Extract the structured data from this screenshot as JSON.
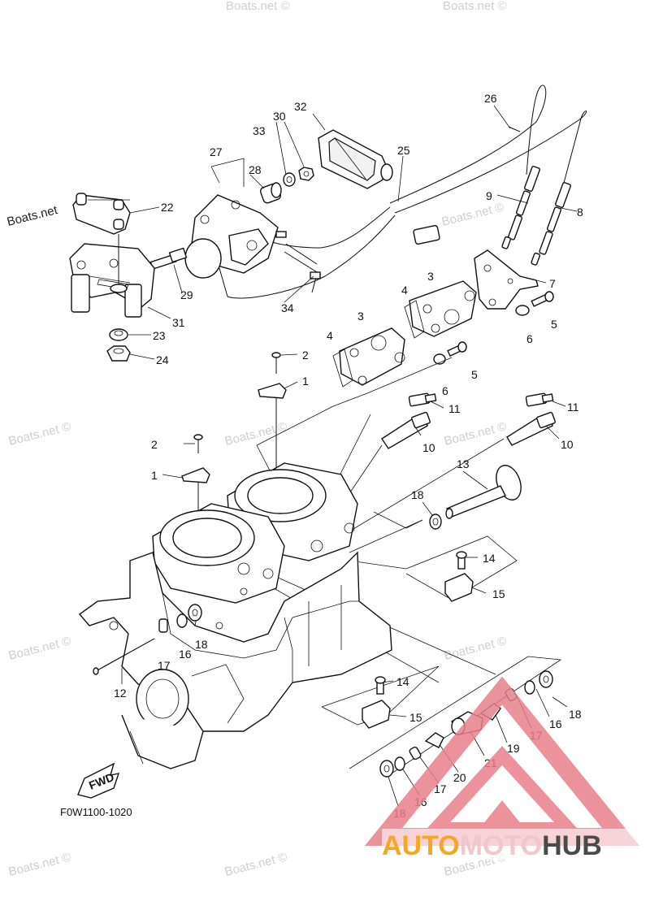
{
  "diagram_code": "F0W1100-1020",
  "fwd_label": "FWD",
  "watermarks": {
    "site": "Boats.net",
    "site_c": "Boats.net ©"
  },
  "logo": {
    "part_a": "AUTO",
    "part_b": "MOTO",
    "part_c": "HUB",
    "color_a": "#f5a623",
    "color_c": "#4a4a4a",
    "triangle_color": "#e8808a"
  },
  "callouts": [
    {
      "id": "c26",
      "label": "26"
    },
    {
      "id": "c32",
      "label": "32"
    },
    {
      "id": "c30",
      "label": "30"
    },
    {
      "id": "c33",
      "label": "33"
    },
    {
      "id": "c27",
      "label": "27"
    },
    {
      "id": "c28",
      "label": "28"
    },
    {
      "id": "c25",
      "label": "25"
    },
    {
      "id": "c9",
      "label": "9"
    },
    {
      "id": "c8",
      "label": "8"
    },
    {
      "id": "c22",
      "label": "22"
    },
    {
      "id": "c29",
      "label": "29"
    },
    {
      "id": "c34",
      "label": "34"
    },
    {
      "id": "c7",
      "label": "7"
    },
    {
      "id": "c5a",
      "label": "5"
    },
    {
      "id": "c6a",
      "label": "6"
    },
    {
      "id": "c3a",
      "label": "3"
    },
    {
      "id": "c4a",
      "label": "4"
    },
    {
      "id": "c31",
      "label": "31"
    },
    {
      "id": "c23",
      "label": "23"
    },
    {
      "id": "c24",
      "label": "24"
    },
    {
      "id": "c3b",
      "label": "3"
    },
    {
      "id": "c4b",
      "label": "4"
    },
    {
      "id": "c2a",
      "label": "2"
    },
    {
      "id": "c1a",
      "label": "1"
    },
    {
      "id": "c5b",
      "label": "5"
    },
    {
      "id": "c6b",
      "label": "6"
    },
    {
      "id": "c11a",
      "label": "11"
    },
    {
      "id": "c11b",
      "label": "11"
    },
    {
      "id": "c10a",
      "label": "10"
    },
    {
      "id": "c10b",
      "label": "10"
    },
    {
      "id": "c2b",
      "label": "2"
    },
    {
      "id": "c1b",
      "label": "1"
    },
    {
      "id": "c13",
      "label": "13"
    },
    {
      "id": "c18a",
      "label": "18"
    },
    {
      "id": "c14a",
      "label": "14"
    },
    {
      "id": "c15a",
      "label": "15"
    },
    {
      "id": "c16a",
      "label": "16"
    },
    {
      "id": "c18b",
      "label": "18"
    },
    {
      "id": "c17a",
      "label": "17"
    },
    {
      "id": "c12",
      "label": "12"
    },
    {
      "id": "c14b",
      "label": "14"
    },
    {
      "id": "c15b",
      "label": "15"
    },
    {
      "id": "c18c",
      "label": "18"
    },
    {
      "id": "c16b",
      "label": "16"
    },
    {
      "id": "c17b",
      "label": "17"
    },
    {
      "id": "c19",
      "label": "19"
    },
    {
      "id": "c21",
      "label": "21"
    },
    {
      "id": "c20",
      "label": "20"
    },
    {
      "id": "c17c",
      "label": "17"
    },
    {
      "id": "c16c",
      "label": "16"
    },
    {
      "id": "c18d",
      "label": "18"
    }
  ]
}
